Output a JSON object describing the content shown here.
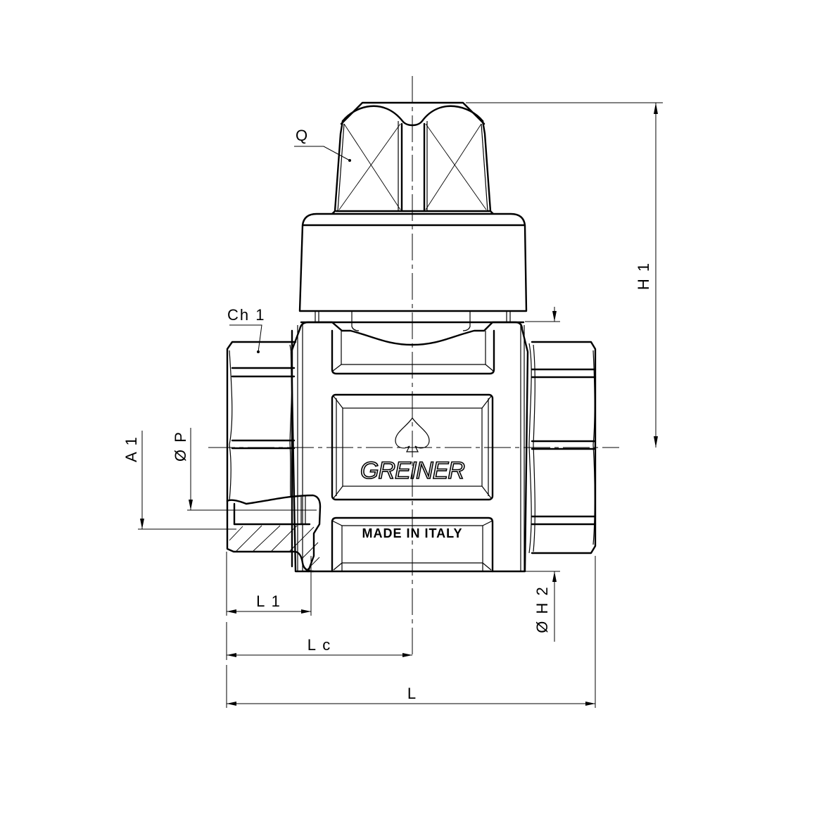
{
  "drawing": {
    "title": "Valve technical drawing (front view, partial section)",
    "product_marking": {
      "brand": "GREINER",
      "origin": "MADE IN ITALY",
      "logo_icon": "spade-icon"
    },
    "labels": {
      "handle": "Q",
      "hex_chamfer": "Ch 1",
      "height_overall": "H 1",
      "pass_diameter": "Ø P",
      "axis_height": "A 1",
      "body_diameter": "Ø H 2",
      "thread_length": "L 1",
      "center_length": "L c",
      "overall_length": "L"
    },
    "colors": {
      "line": "#000000",
      "background": "#ffffff"
    }
  }
}
